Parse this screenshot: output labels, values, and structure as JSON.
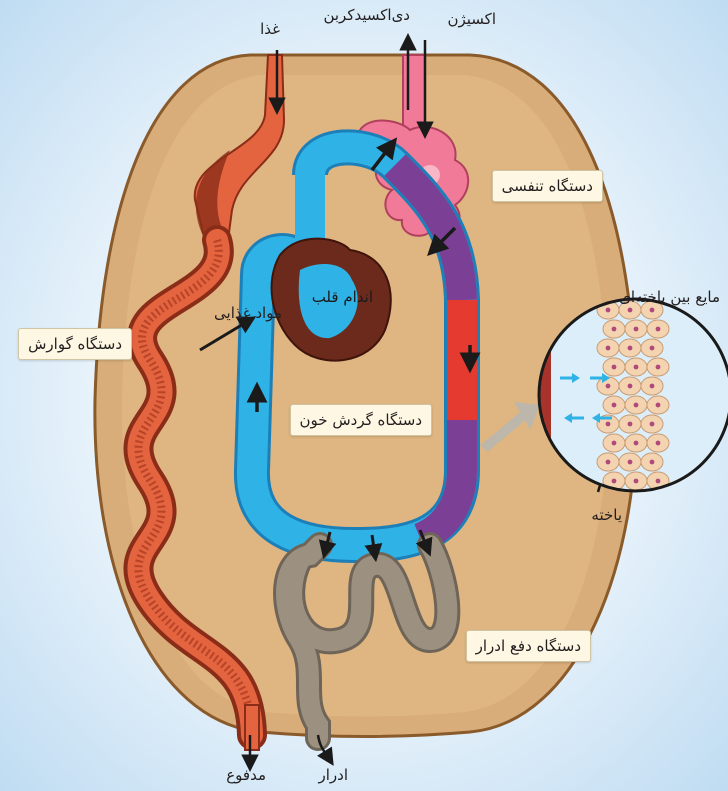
{
  "labels": {
    "food": "غذا",
    "carbon_dioxide": "دی‌اکسیدکربن",
    "oxygen": "اکسیژن",
    "respiratory_system": "دستگاه تنفسی",
    "heart": "اندام قلب",
    "nutrients": "مواد غذایی",
    "digestive_system": "دستگاه گوارش",
    "circulatory_system": "دستگاه گردش خون",
    "interstitial_fluid": "مایع بین یاخته‌ای",
    "cell": "یاخته",
    "excretory_system": "دستگاه دفع ادرار",
    "feces": "مدفوع",
    "urine": "ادرار"
  },
  "colors": {
    "body": "#d9ad79",
    "digestive": "#e4643f",
    "respiratory": "#f07a98",
    "oxygenated_blood": "#e53a30",
    "deoxygenated_blood": "#2fb2e6",
    "mixed_blood": "#7b3f95",
    "heart": "#6b2a1c",
    "excretory": "#9c9080",
    "label_box": "#fdf7e4"
  }
}
